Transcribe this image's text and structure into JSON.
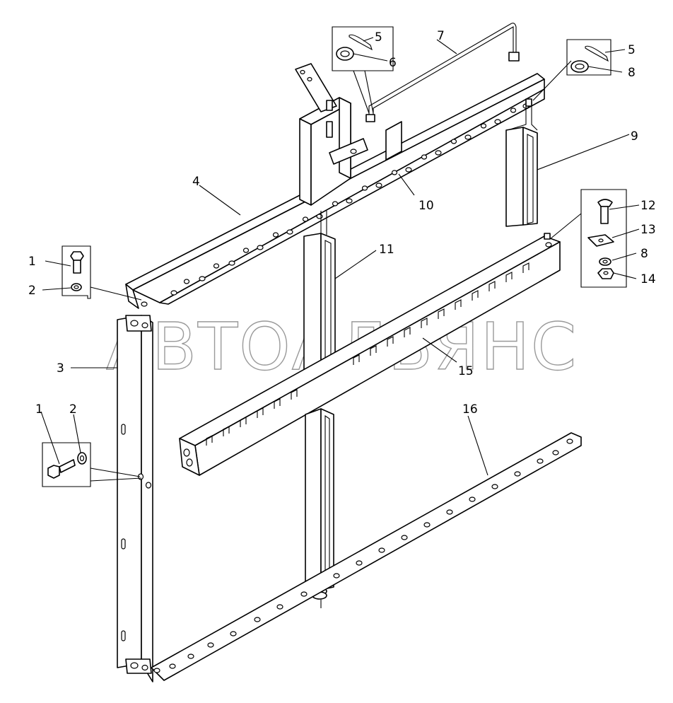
{
  "watermark": "АВТОАЛЬЯНС",
  "callouts": [
    {
      "id": "c1a",
      "text": "1"
    },
    {
      "id": "c2a",
      "text": "2"
    },
    {
      "id": "c3",
      "text": "3"
    },
    {
      "id": "c4",
      "text": "4"
    },
    {
      "id": "c5a",
      "text": "5"
    },
    {
      "id": "c6",
      "text": "6"
    },
    {
      "id": "c7",
      "text": "7"
    },
    {
      "id": "c5b",
      "text": "5"
    },
    {
      "id": "c8a",
      "text": "8"
    },
    {
      "id": "c9",
      "text": "9"
    },
    {
      "id": "c10",
      "text": "10"
    },
    {
      "id": "c11",
      "text": "11"
    },
    {
      "id": "c12",
      "text": "12"
    },
    {
      "id": "c13",
      "text": "13"
    },
    {
      "id": "c8b",
      "text": "8"
    },
    {
      "id": "c14",
      "text": "14"
    },
    {
      "id": "c15",
      "text": "15"
    },
    {
      "id": "c16",
      "text": "16"
    },
    {
      "id": "c1b",
      "text": "1"
    },
    {
      "id": "c2b",
      "text": "2"
    }
  ]
}
